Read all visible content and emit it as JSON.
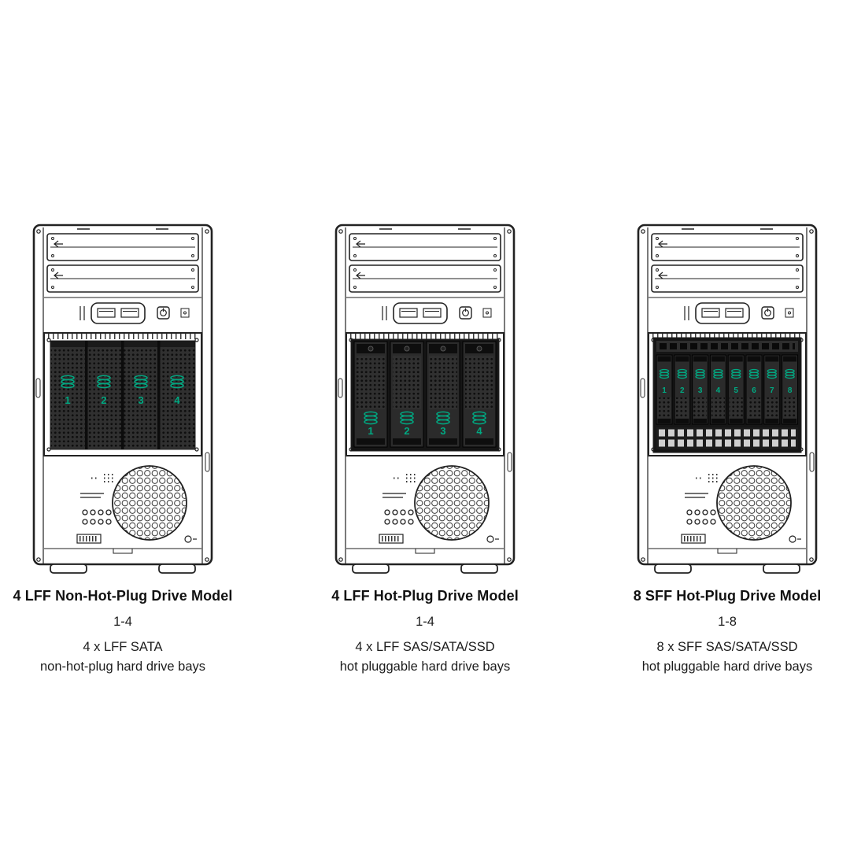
{
  "brand": {
    "accent_green": "#00A982",
    "line_color": "#222222"
  },
  "models": [
    {
      "title": "4 LFF Non-Hot-Plug Drive Model",
      "range": "1-4",
      "desc_line1": "4 x LFF SATA",
      "desc_line2": "non-hot-plug hard drive bays",
      "drive_type": "LFF non-hot-plug",
      "bays": [
        "1",
        "2",
        "3",
        "4"
      ]
    },
    {
      "title": "4 LFF Hot-Plug Drive Model",
      "range": "1-4",
      "desc_line1": "4 x LFF SAS/SATA/SSD",
      "desc_line2": "hot pluggable hard drive bays",
      "drive_type": "LFF hot-plug",
      "bays": [
        "1",
        "2",
        "3",
        "4"
      ]
    },
    {
      "title": "8 SFF Hot-Plug Drive Model",
      "range": "1-8",
      "desc_line1": "8 x SFF SAS/SATA/SSD",
      "desc_line2": "hot pluggable hard drive bays",
      "drive_type": "SFF hot-plug",
      "bays": [
        "1",
        "2",
        "3",
        "4",
        "5",
        "6",
        "7",
        "8"
      ]
    }
  ]
}
